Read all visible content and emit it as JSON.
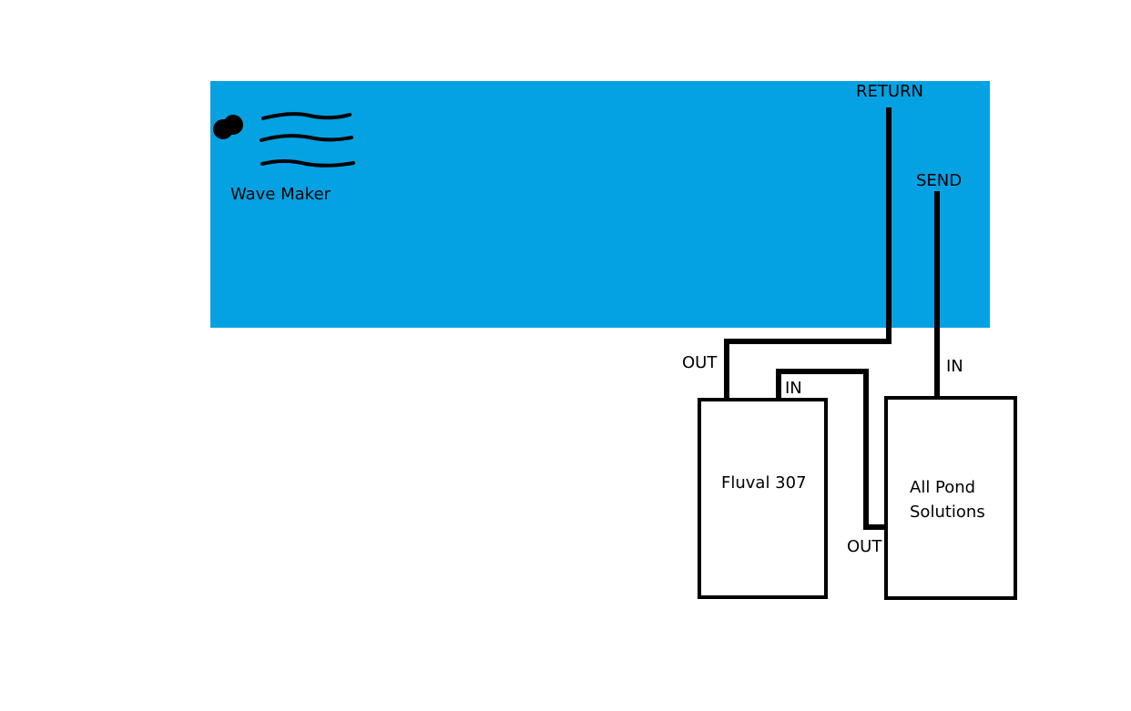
{
  "colors": {
    "tank": "#04a2e3",
    "line": "#000000",
    "background": "#ffffff"
  },
  "tank": {
    "wave_maker_label": "Wave Maker",
    "return_label": "RETURN",
    "send_label": "SEND"
  },
  "fluval": {
    "name": "Fluval 307",
    "out_label": "OUT",
    "in_label": "IN"
  },
  "pond_filter": {
    "name_line1": "All Pond",
    "name_line2": "Solutions",
    "in_label": "IN",
    "out_label": "OUT"
  }
}
